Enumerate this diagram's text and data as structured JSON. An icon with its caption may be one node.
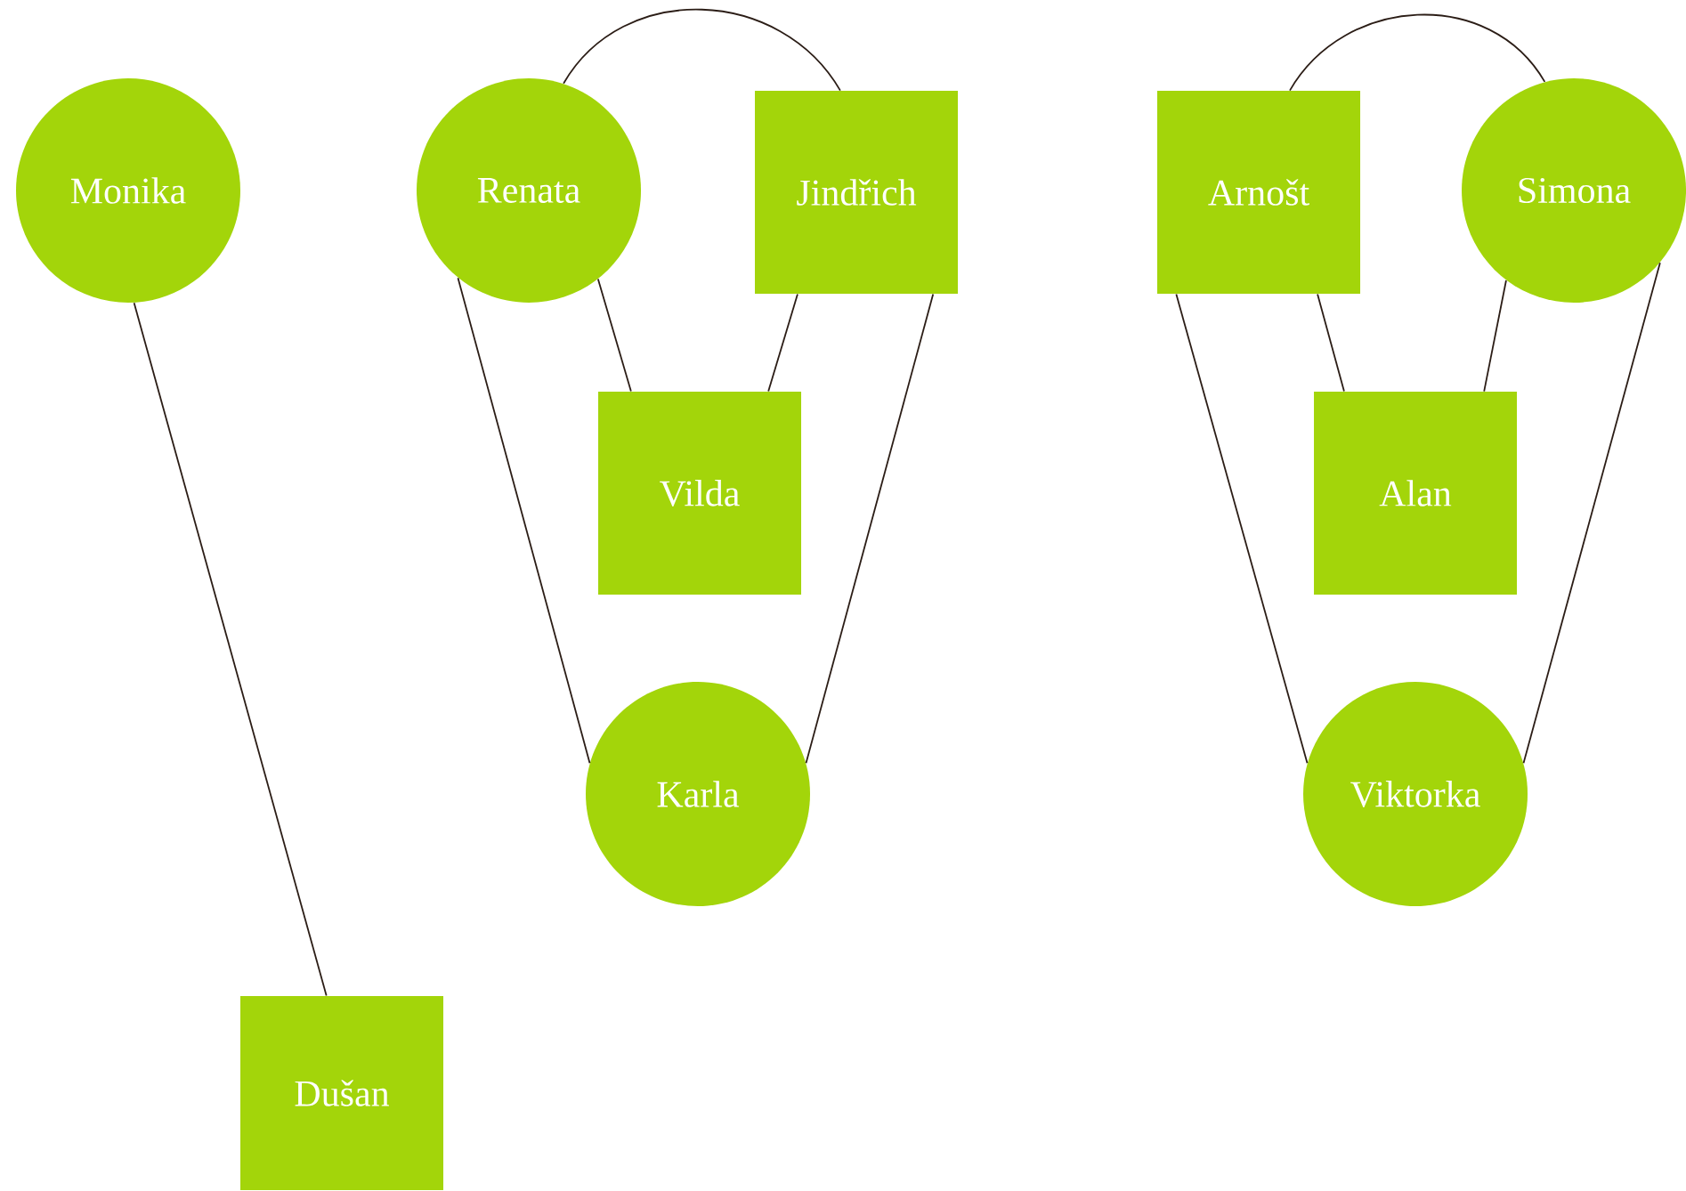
{
  "diagram": {
    "nodes": [
      {
        "text": [
          "Monika"
        ]
      },
      {
        "text": [
          "Renata"
        ]
      },
      {
        "text": [
          "Jindřich"
        ]
      },
      {
        "text": [
          "Vilda"
        ]
      },
      {
        "text": [
          "Karla"
        ]
      },
      {
        "text": [
          "Arnošt"
        ]
      },
      {
        "text": [
          "Simona"
        ]
      },
      {
        "text": [
          "Alan"
        ]
      },
      {
        "text": [
          "Viktorka"
        ]
      },
      {
        "text": [
          "Dušan"
        ]
      }
    ],
    "edges": [
      {
        "from": 0,
        "to": 9,
        "arrow": "none"
      },
      {
        "from": 1,
        "to": 2,
        "arrow": "none"
      },
      {
        "from": 1,
        "to": 3,
        "arrow": "none"
      },
      {
        "from": 2,
        "to": 3,
        "arrow": "none"
      },
      {
        "from": 1,
        "to": 4,
        "arrow": "none"
      },
      {
        "from": 2,
        "to": 4,
        "arrow": "none"
      },
      {
        "from": 5,
        "to": 6,
        "arrow": "none"
      },
      {
        "from": 5,
        "to": 7,
        "arrow": "none"
      },
      {
        "from": 6,
        "to": 7,
        "arrow": "none"
      },
      {
        "from": 5,
        "to": 8,
        "arrow": "none"
      },
      {
        "from": 6,
        "to": 8,
        "arrow": "none"
      }
    ]
  }
}
